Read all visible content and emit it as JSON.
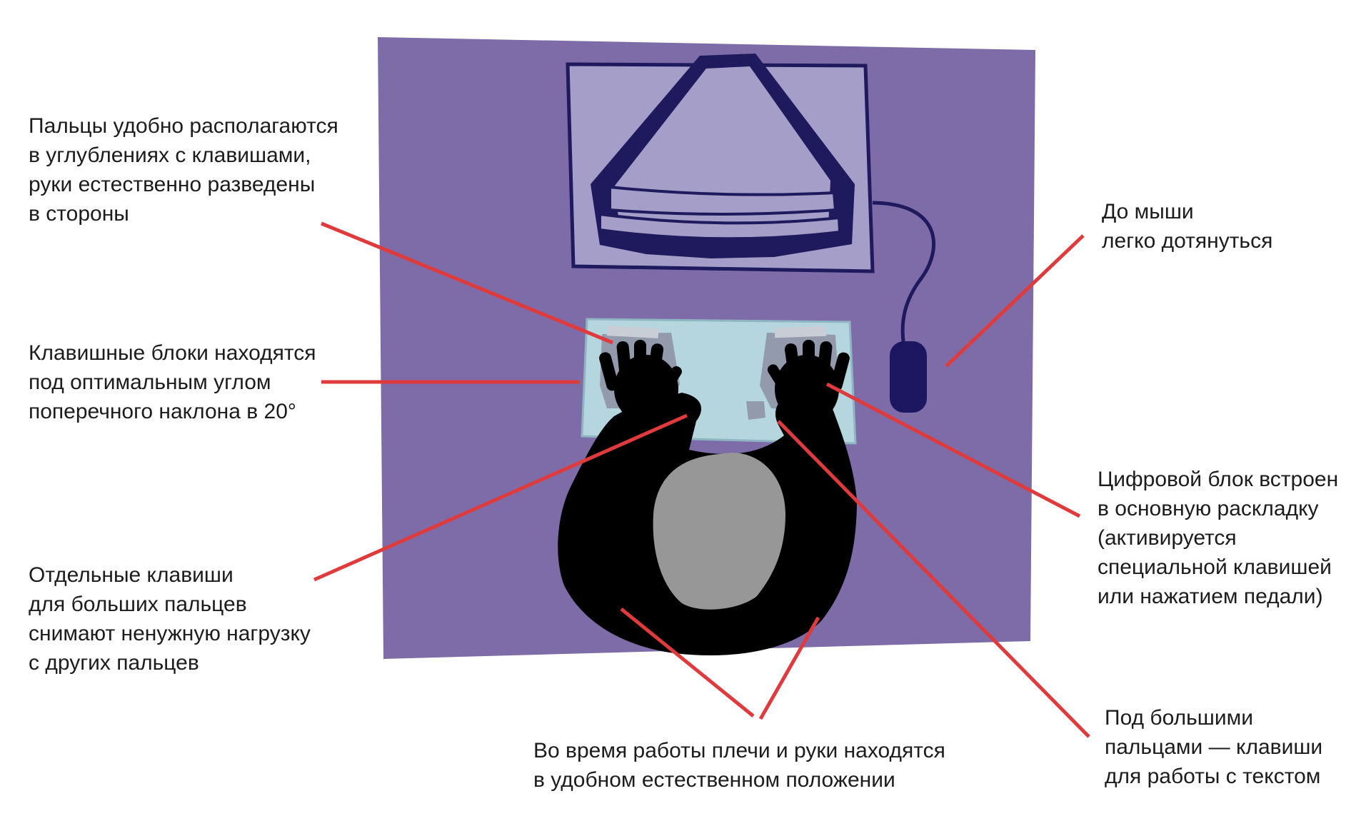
{
  "colors": {
    "desk": "#7d6ca7",
    "monitor_base": "#a49ec8",
    "monitor_outline": "#1f1a5e",
    "keyboard": "#b6d6df",
    "keyboard_keys": "#939aab",
    "body": "#000000",
    "head": "#979797",
    "mouse": "#1c1760",
    "callout_line": "#df3a3c",
    "text": "#1c1c1c"
  },
  "icons": {
    "monitor": "monitor-top-view",
    "keyboard": "split-keyboard-top-view",
    "mouse": "mouse-top-view",
    "person": "person-top-view"
  },
  "annotations": {
    "fingers": [
      "Пальцы удобно располагаются",
      "в углублениях с клавишами,",
      "руки естественно разведены",
      "в стороны"
    ],
    "key_blocks": [
      "Клавишные блоки находятся",
      "под оптимальным углом",
      "поперечного наклона в 20°"
    ],
    "thumb_keys": [
      "Отдельные клавиши",
      "для больших пальцев",
      "снимают ненужную нагрузку",
      "с других пальцев"
    ],
    "shoulders": [
      "Во время работы плечи и руки находятся",
      "в удобном естественном положении"
    ],
    "mouse": [
      "До мыши",
      "легко дотянуться"
    ],
    "numpad": [
      "Цифровой блок встроен",
      "в основную раскладку",
      "(активируется",
      "специальной клавишей",
      "или нажатием педали)"
    ],
    "text_keys": [
      "Под большими",
      "пальцами — клавиши",
      "для работы с текстом"
    ]
  }
}
